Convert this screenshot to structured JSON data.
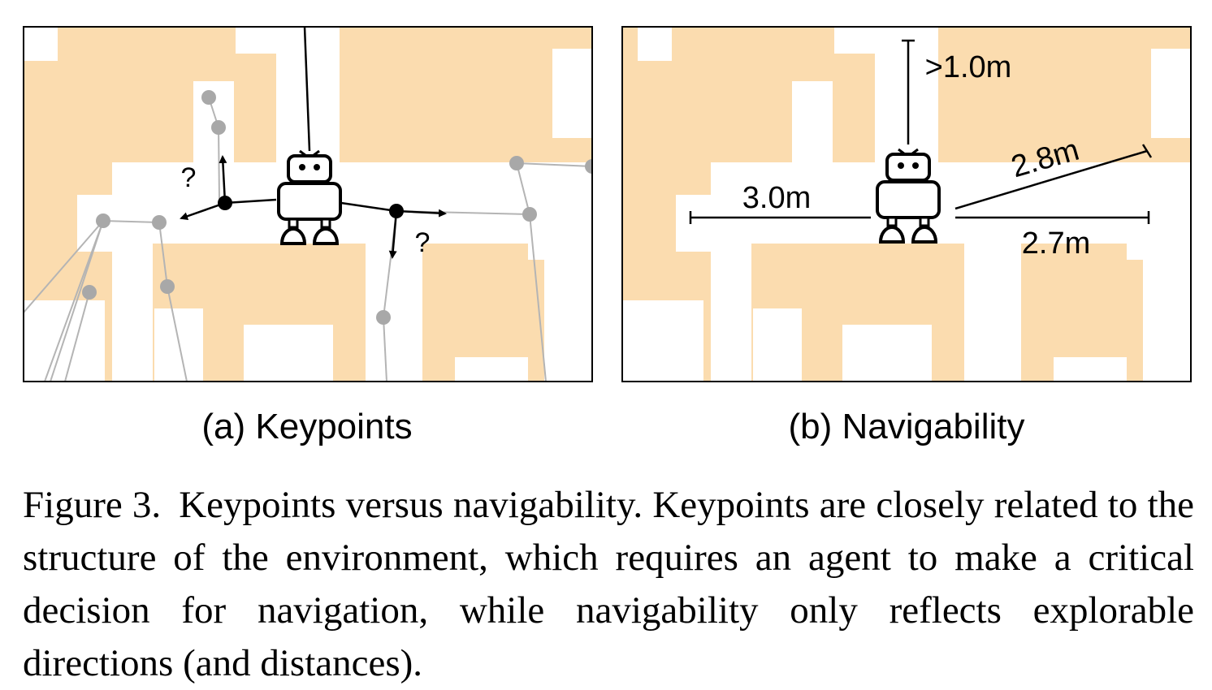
{
  "panels": {
    "a": {
      "sublabel": "(a) Keypoints",
      "question_mark_left": "?",
      "question_mark_right": "?"
    },
    "b": {
      "sublabel": "(b) Navigability",
      "distances": {
        "up": ">1.0m",
        "left": "3.0m",
        "diagonal": "2.8m",
        "right": "2.7m"
      }
    }
  },
  "caption": {
    "label": "Figure 3.",
    "text": "Keypoints versus navigability. Keypoints are closely related to the structure of the environment, which requires an agent to make a critical decision for navigation, while navigability only reflects explorable directions (and distances)."
  },
  "colors": {
    "obstacle": "#fbdcaf",
    "graph_edge": "#b4b4b4",
    "graph_node": "#a8a8a8",
    "ink": "#000000"
  }
}
